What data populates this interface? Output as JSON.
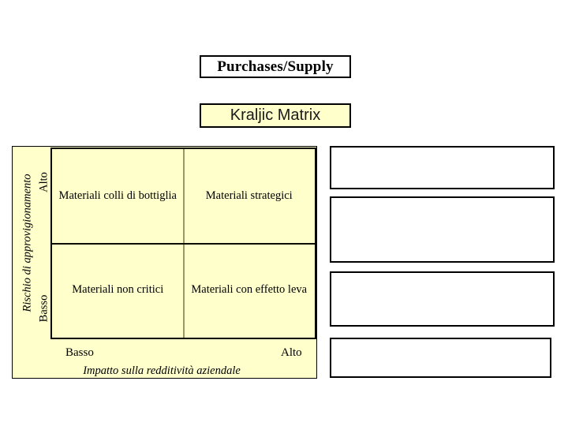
{
  "header": {
    "title": "Purchases/Supply",
    "subtitle": "Kraljic Matrix"
  },
  "matrix": {
    "y_axis": {
      "label": "Rischio di approvigionamento",
      "high": "Alto",
      "low": "Basso"
    },
    "x_axis": {
      "label": "Impatto sulla redditività aziendale",
      "low": "Basso",
      "high": "Alto"
    },
    "quadrants": [
      {
        "position": "top-left",
        "label": "Materiali colli di bottiglia"
      },
      {
        "position": "top-right",
        "label": "Materiali strategici"
      },
      {
        "position": "bottom-left",
        "label": "Materiali non critici"
      },
      {
        "position": "bottom-right",
        "label": "Materiali con effetto leva"
      }
    ]
  },
  "notes": [
    "",
    "",
    "",
    ""
  ],
  "colors": {
    "panel_yellow": "#FFFFCC",
    "divider_vertical": "#999966",
    "divider_horizontal": "#000000",
    "border_black": "#000000",
    "background": "#FFFFFF"
  }
}
